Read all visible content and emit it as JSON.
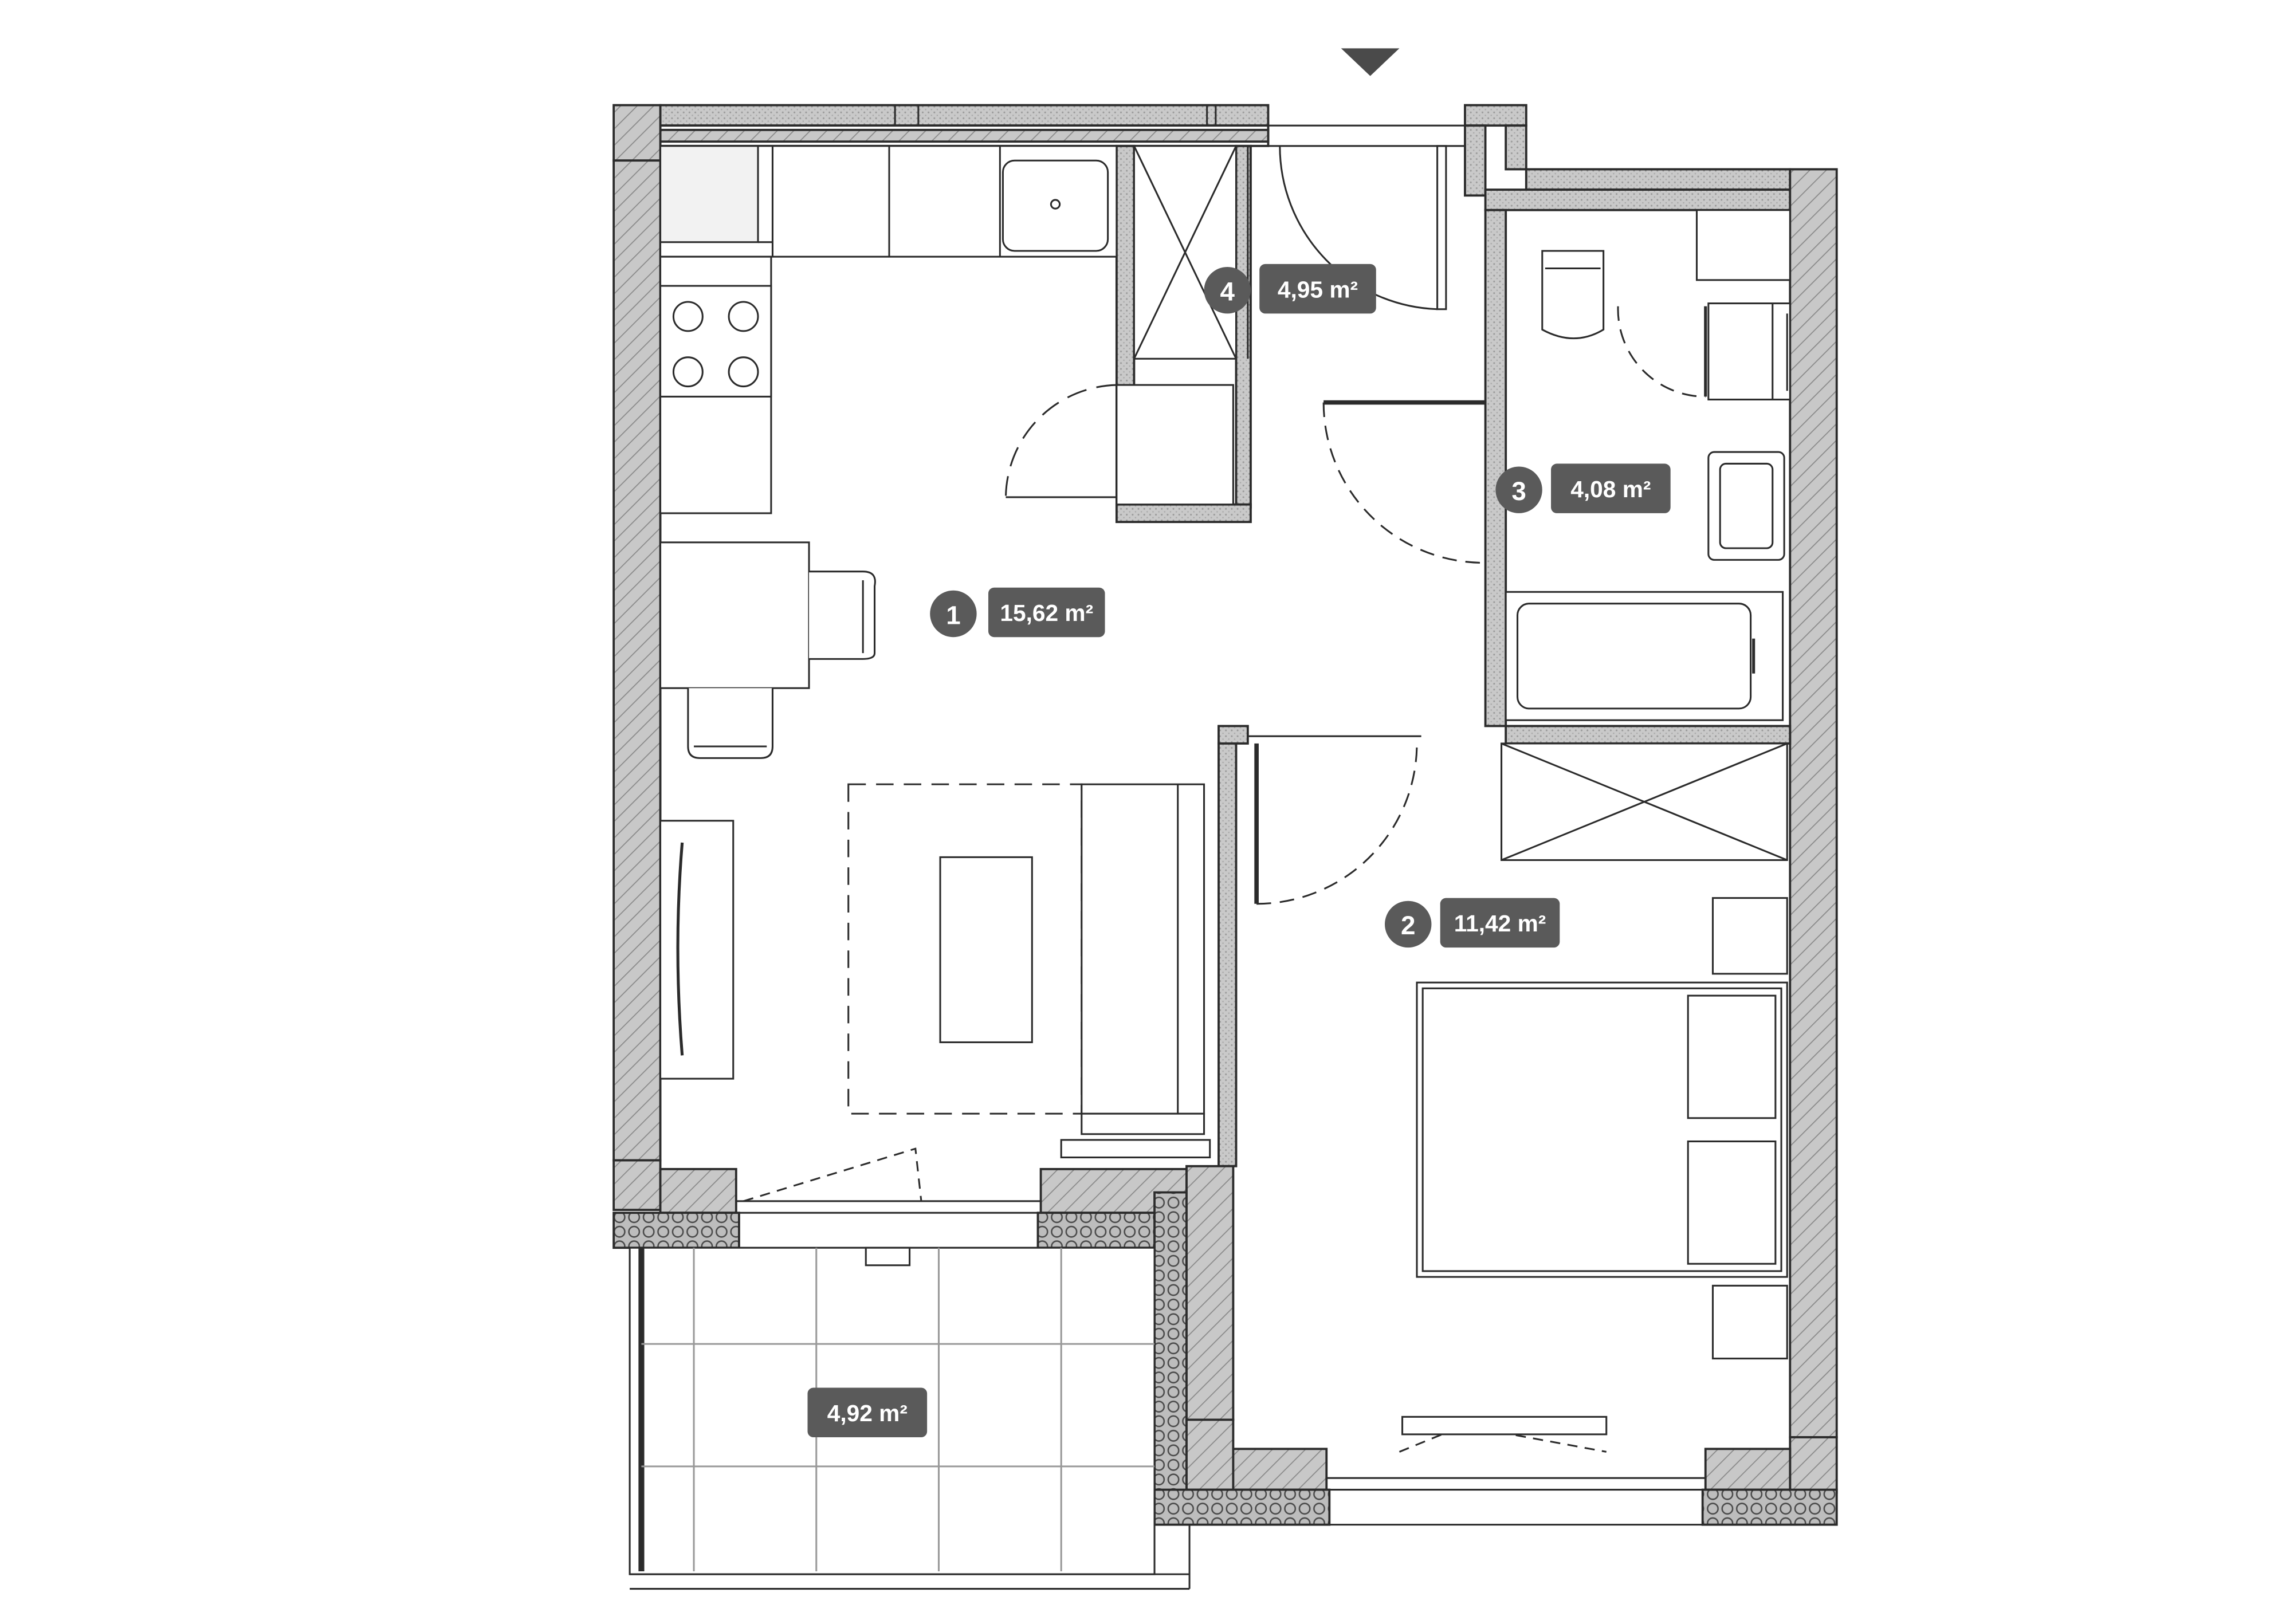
{
  "colors": {
    "wall_fill": "#c8c8c8",
    "line": "#2b2b2b",
    "badge": "#5a5a5a",
    "badge_text": "#ffffff"
  },
  "entrance_marker": "entrance-arrow",
  "rooms": [
    {
      "id": "room-1",
      "number": "1",
      "area": "15,62 m²"
    },
    {
      "id": "room-2",
      "number": "2",
      "area": "11,42 m²"
    },
    {
      "id": "room-3",
      "number": "3",
      "area": "4,08 m²"
    },
    {
      "id": "room-4",
      "number": "4",
      "area": "4,95 m²"
    },
    {
      "id": "balcony",
      "number": "",
      "area": "4,92 m²"
    }
  ]
}
